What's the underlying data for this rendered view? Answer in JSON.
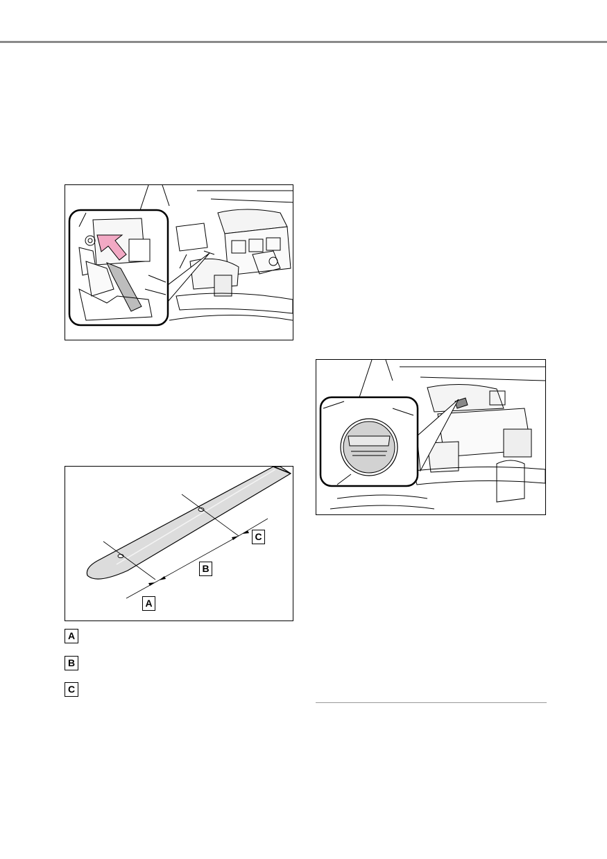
{
  "dipstick_labels": {
    "a": "A",
    "b": "B",
    "c": "C"
  },
  "legend": [
    {
      "key": "A"
    },
    {
      "key": "B"
    },
    {
      "key": "C"
    }
  ],
  "colors": {
    "arrow_highlight": "#f2a9c4",
    "rule": "#8a8a8a",
    "dipstick_fill": "#dcdcdc"
  },
  "icons": {
    "pull_arrow": "pink-arrow-icon"
  }
}
